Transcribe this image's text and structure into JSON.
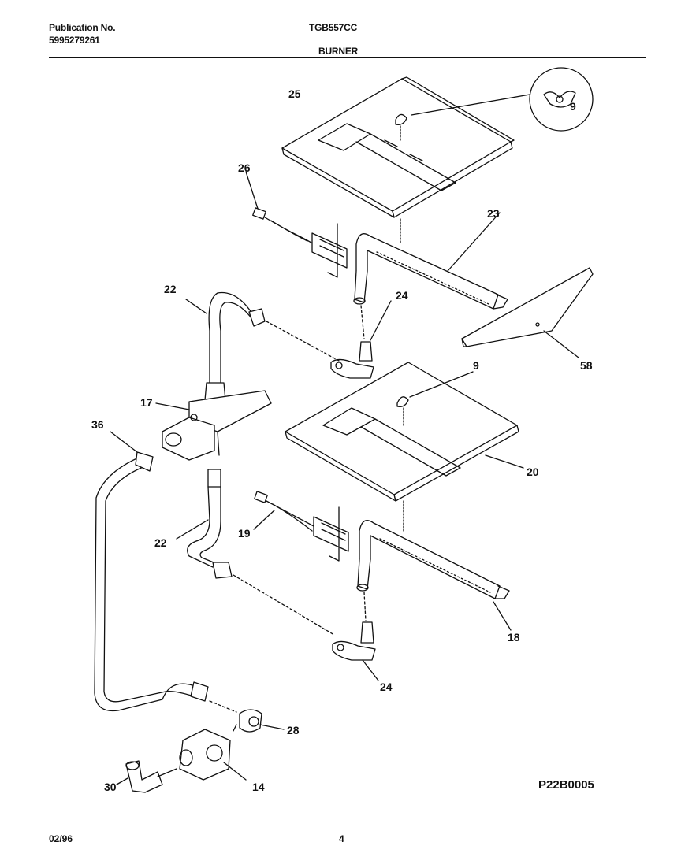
{
  "header": {
    "publication_label": "Publication No.",
    "publication_number": "5995279261",
    "model": "TGB557CC",
    "section": "BURNER"
  },
  "drawing_code": "P22B0005",
  "callouts": {
    "c25": "25",
    "c9a": "9",
    "c26": "26",
    "c23": "23",
    "c22a": "22",
    "c24a": "24",
    "c58": "58",
    "c17": "17",
    "c9b": "9",
    "c36": "36",
    "c20": "20",
    "c22b": "22",
    "c19": "19",
    "c18": "18",
    "c24b": "24",
    "c28": "28",
    "c30": "30",
    "c14": "14"
  },
  "footer": {
    "date": "02/96",
    "page": "4"
  }
}
